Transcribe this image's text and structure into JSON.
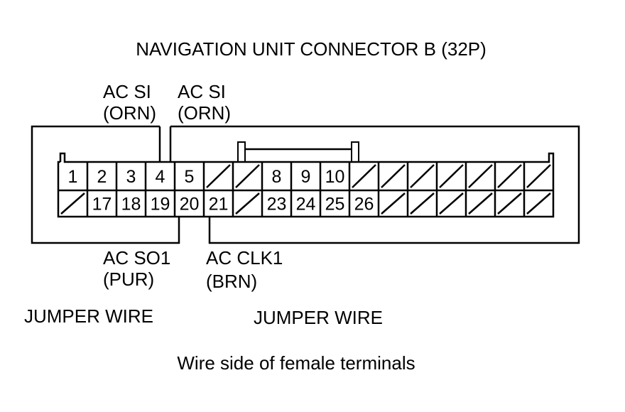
{
  "title": "NAVIGATION UNIT CONNECTOR B (32P)",
  "labels": {
    "ac_si_left_name": "AC SI",
    "ac_si_left_color": "(ORN)",
    "ac_si_right_name": "AC SI",
    "ac_si_right_color": "(ORN)",
    "ac_so1_name": "AC SO1",
    "ac_so1_color": "(PUR)",
    "ac_clk1_name": "AC CLK1",
    "ac_clk1_color": "(BRN)",
    "jumper_left": "JUMPER WIRE",
    "jumper_right": "JUMPER WIRE"
  },
  "caption": "Wire side of female terminals",
  "connector": {
    "row1": [
      "1",
      "2",
      "3",
      "4",
      "5",
      "",
      "",
      "8",
      "9",
      "10",
      "",
      "",
      "",
      "",
      "",
      "",
      ""
    ],
    "row2": [
      "",
      "17",
      "18",
      "19",
      "20",
      "21",
      "",
      "23",
      "24",
      "25",
      "26",
      "",
      "",
      "",
      "",
      "",
      ""
    ]
  }
}
